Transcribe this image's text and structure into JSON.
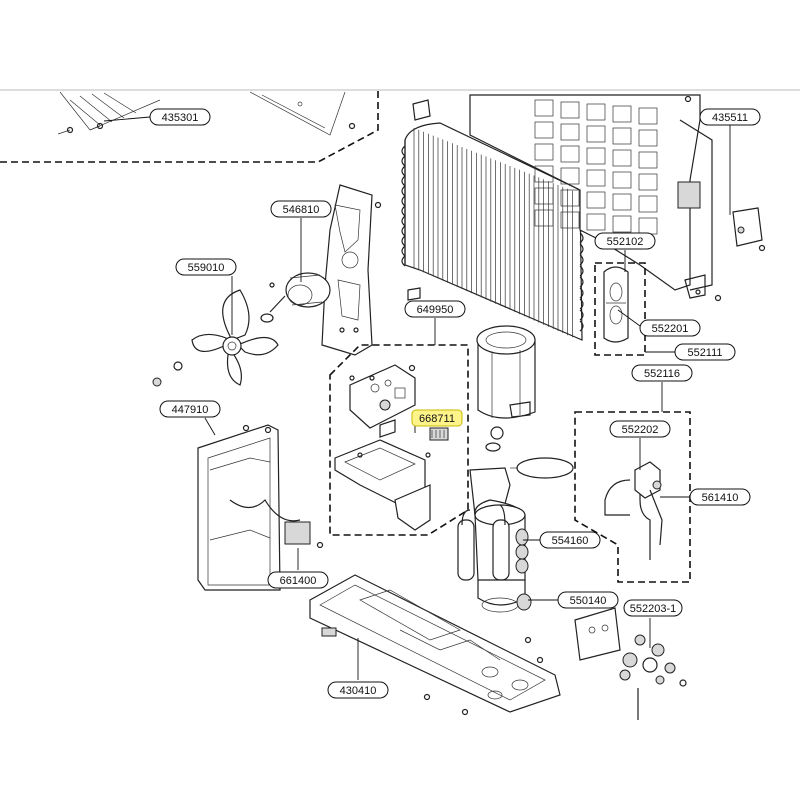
{
  "callouts": [
    {
      "id": "c435301",
      "text": "435301",
      "highlight": false
    },
    {
      "id": "c435511",
      "text": "435511",
      "highlight": false
    },
    {
      "id": "c546810",
      "text": "546810",
      "highlight": false
    },
    {
      "id": "c559010",
      "text": "559010",
      "highlight": false
    },
    {
      "id": "c552102",
      "text": "552102",
      "highlight": false
    },
    {
      "id": "c552201",
      "text": "552201",
      "highlight": false
    },
    {
      "id": "c552111",
      "text": "552111",
      "highlight": false
    },
    {
      "id": "c649950",
      "text": "649950",
      "highlight": false
    },
    {
      "id": "c668711",
      "text": "668711",
      "highlight": true
    },
    {
      "id": "c447910",
      "text": "447910",
      "highlight": false
    },
    {
      "id": "c552116",
      "text": "552116",
      "highlight": false
    },
    {
      "id": "c552202",
      "text": "552202",
      "highlight": false
    },
    {
      "id": "c561410",
      "text": "561410",
      "highlight": false
    },
    {
      "id": "c554160",
      "text": "554160",
      "highlight": false
    },
    {
      "id": "c661400",
      "text": "661400",
      "highlight": false
    },
    {
      "id": "c550140",
      "text": "550140",
      "highlight": false
    },
    {
      "id": "c552203",
      "text": "552203-1",
      "highlight": false
    },
    {
      "id": "c430410",
      "text": "430410",
      "highlight": false
    }
  ],
  "colors": {
    "highlight": "#fff48a",
    "line": "#222222"
  }
}
